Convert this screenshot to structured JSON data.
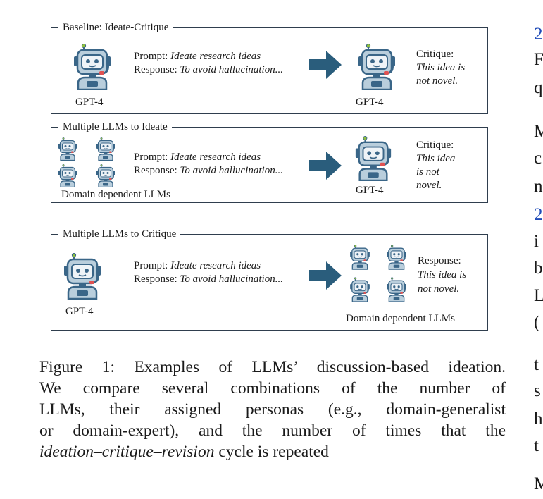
{
  "panels": [
    {
      "label": "Baseline: Ideate-Critique",
      "prompt_label": "Prompt: ",
      "prompt_text": "Ideate research ideas",
      "response_label": "Response: ",
      "response_text": "To avoid hallucination...",
      "left_caption": "GPT-4",
      "right_caption": "GPT-4",
      "right_title": "Critique:",
      "right_lines": [
        "This idea is",
        "not novel."
      ]
    },
    {
      "label": "Multiple LLMs to Ideate",
      "prompt_label": "Prompt: ",
      "prompt_text": "Ideate research ideas",
      "response_label": "Response: ",
      "response_text": "To avoid hallucination...",
      "left_caption": "Domain dependent LLMs",
      "right_caption": "GPT-4",
      "right_title": "Critique:",
      "right_lines": [
        "This idea",
        "is not",
        "novel."
      ]
    },
    {
      "label": "Multiple LLMs to Critique",
      "prompt_label": "Prompt: ",
      "prompt_text": "Ideate research ideas",
      "response_label": "Response: ",
      "response_text": "To avoid hallucination...",
      "left_caption": "GPT-4",
      "right_caption": "Domain dependent LLMs",
      "right_title": "Response:",
      "right_lines": [
        "This idea is",
        "not novel."
      ]
    }
  ],
  "caption": {
    "line1": "Figure 1: Examples of LLMs’ discussion-based ideation.",
    "line2": "We compare several combinations of the number of",
    "line3": "LLMs, their assigned personas (e.g., domain-generalist",
    "line4": "or domain-expert), and the number of times that the",
    "line5_italic": "ideation–critique–revision",
    "line5_rest": " cycle is repeated"
  },
  "right_column_fragments": [
    "2",
    "F",
    "q",
    "M",
    "c",
    "n",
    "2",
    "i",
    "b",
    "L",
    "(",
    "t",
    "s",
    "h",
    "t",
    "M"
  ],
  "colors": {
    "robot_body": "#3a6688",
    "robot_light": "#b9cedc",
    "robot_screen": "#eef3f7",
    "accent_red": "#e05252",
    "antenna_green": "#8fbf3f",
    "arrow": "#2a5d7c",
    "link_blue": "#1f4bb8"
  },
  "icons": [
    "robot-icon",
    "arrow-right-icon"
  ]
}
